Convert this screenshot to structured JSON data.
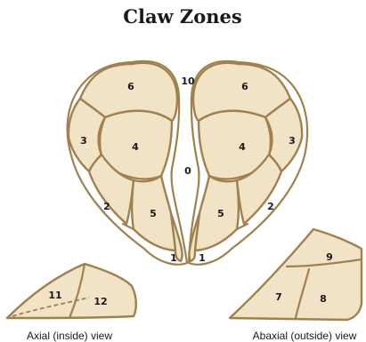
{
  "title": "Claw Zones",
  "captions": {
    "axial": "Axial (inside) view",
    "abaxial": "Abaxial (outside) view"
  },
  "claw_labels": {
    "top_center": "10",
    "middle_center": "0",
    "left": {
      "z6": "6",
      "z3": "3",
      "z4": "4",
      "z2": "2",
      "z5": "5",
      "z1": "1"
    },
    "right": {
      "z6": "6",
      "z3": "3",
      "z4": "4",
      "z2": "2",
      "z5": "5",
      "z1": "1"
    }
  },
  "axial_view": {
    "z11": "11",
    "z12": "12"
  },
  "abaxial_view": {
    "z9": "9",
    "z7": "7",
    "z8": "8"
  },
  "colors": {
    "zone_fill": "#f1e3c5",
    "outline": "#a0814e",
    "white_line": "#ffffff"
  }
}
